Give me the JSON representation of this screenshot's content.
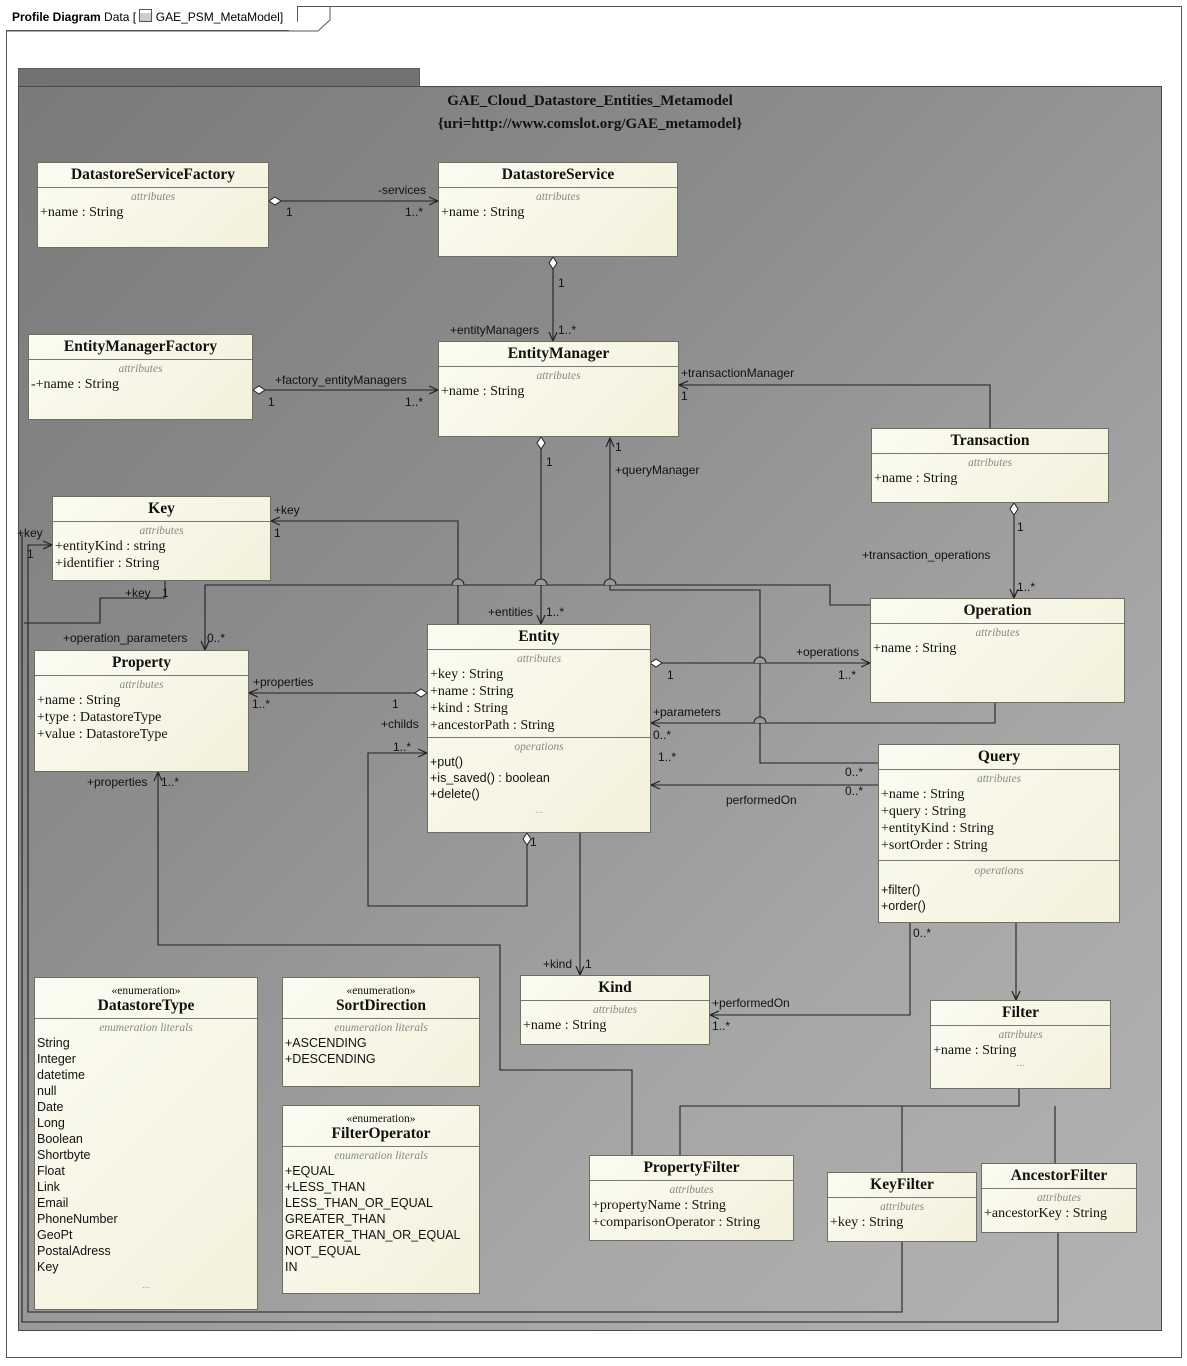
{
  "frame": {
    "kind": "Profile Diagram",
    "prefix": "Data [",
    "name": "GAE_PSM_MetaModel",
    "suffix": "]"
  },
  "package": {
    "name": "GAE_Cloud_Datastore_Entities_Metamodel",
    "uri": "{uri=http://www.comslot.org/GAE_metamodel}"
  },
  "compartments": {
    "attributes": "attributes",
    "operations": "operations",
    "enum_literals": "enumeration literals",
    "ellipsis": "..."
  },
  "stereotype": "«enumeration»",
  "classes": {
    "datastoreServiceFactory": {
      "name": "DatastoreServiceFactory",
      "attrs": [
        "+name : String"
      ]
    },
    "datastoreService": {
      "name": "DatastoreService",
      "attrs": [
        "+name : String"
      ]
    },
    "entityManagerFactory": {
      "name": "EntityManagerFactory",
      "attrs": [
        "-+name : String"
      ]
    },
    "entityManager": {
      "name": "EntityManager",
      "attrs": [
        "+name : String"
      ]
    },
    "transaction": {
      "name": "Transaction",
      "attrs": [
        "+name : String"
      ]
    },
    "key": {
      "name": "Key",
      "attrs": [
        "+entityKind : string",
        "+identifier : String"
      ]
    },
    "operation": {
      "name": "Operation",
      "attrs": [
        "+name : String"
      ]
    },
    "property": {
      "name": "Property",
      "attrs": [
        "+name : String",
        "+type : DatastoreType",
        "+value : DatastoreType"
      ]
    },
    "entity": {
      "name": "Entity",
      "attrs": [
        "+key : String",
        "+name : String",
        "+kind : String",
        "+ancestorPath : String"
      ],
      "ops": [
        "+put()",
        "+is_saved() : boolean",
        "+delete()"
      ]
    },
    "query": {
      "name": "Query",
      "attrs": [
        "+name : String",
        "+query : String",
        "+entityKind : String",
        "+sortOrder : String"
      ],
      "ops": [
        "+filter()",
        "+order()"
      ]
    },
    "kind": {
      "name": "Kind",
      "attrs": [
        "+name : String"
      ]
    },
    "filter": {
      "name": "Filter",
      "attrs": [
        "+name : String"
      ]
    },
    "propertyFilter": {
      "name": "PropertyFilter",
      "attrs": [
        "+propertyName : String",
        "+comparisonOperator : String"
      ]
    },
    "keyFilter": {
      "name": "KeyFilter",
      "attrs": [
        "+key : String"
      ]
    },
    "ancestorFilter": {
      "name": "AncestorFilter",
      "attrs": [
        "+ancestorKey : String"
      ]
    }
  },
  "enums": {
    "datastoreType": {
      "name": "DatastoreType",
      "literals": [
        "String",
        "Integer",
        "datetime",
        "null",
        "Date",
        "Long",
        "Boolean",
        "Shortbyte",
        "Float",
        "Link",
        "Email",
        "PhoneNumber",
        "GeoPt",
        "PostalAdress",
        "Key"
      ]
    },
    "sortDirection": {
      "name": "SortDirection",
      "literals": [
        "+ASCENDING",
        "+DESCENDING"
      ]
    },
    "filterOperator": {
      "name": "FilterOperator",
      "literals": [
        "+EQUAL",
        "+LESS_THAN",
        "LESS_THAN_OR_EQUAL",
        "GREATER_THAN",
        "GREATER_THAN_OR_EQUAL",
        "NOT_EQUAL",
        "IN"
      ]
    }
  },
  "labels": {
    "services": "-services",
    "m1": "1",
    "mMany": "1..*",
    "m0Many": "0..*",
    "entityManagers": "+entityManagers",
    "factoryEntityManagers": "+factory_entityManagers",
    "transactionManager": "+transactionManager",
    "queryManager": "+queryManager",
    "transactionOperations": "+transaction_operations",
    "key": "+key",
    "entities": "+entities",
    "operationParameters": "+operation_parameters",
    "operations": "+operations",
    "properties": "+properties",
    "parameters": "+parameters",
    "childs": "+childs",
    "performedOn": "performedOn",
    "kind": "+kind",
    "performedOnPlus": "+performedOn"
  }
}
